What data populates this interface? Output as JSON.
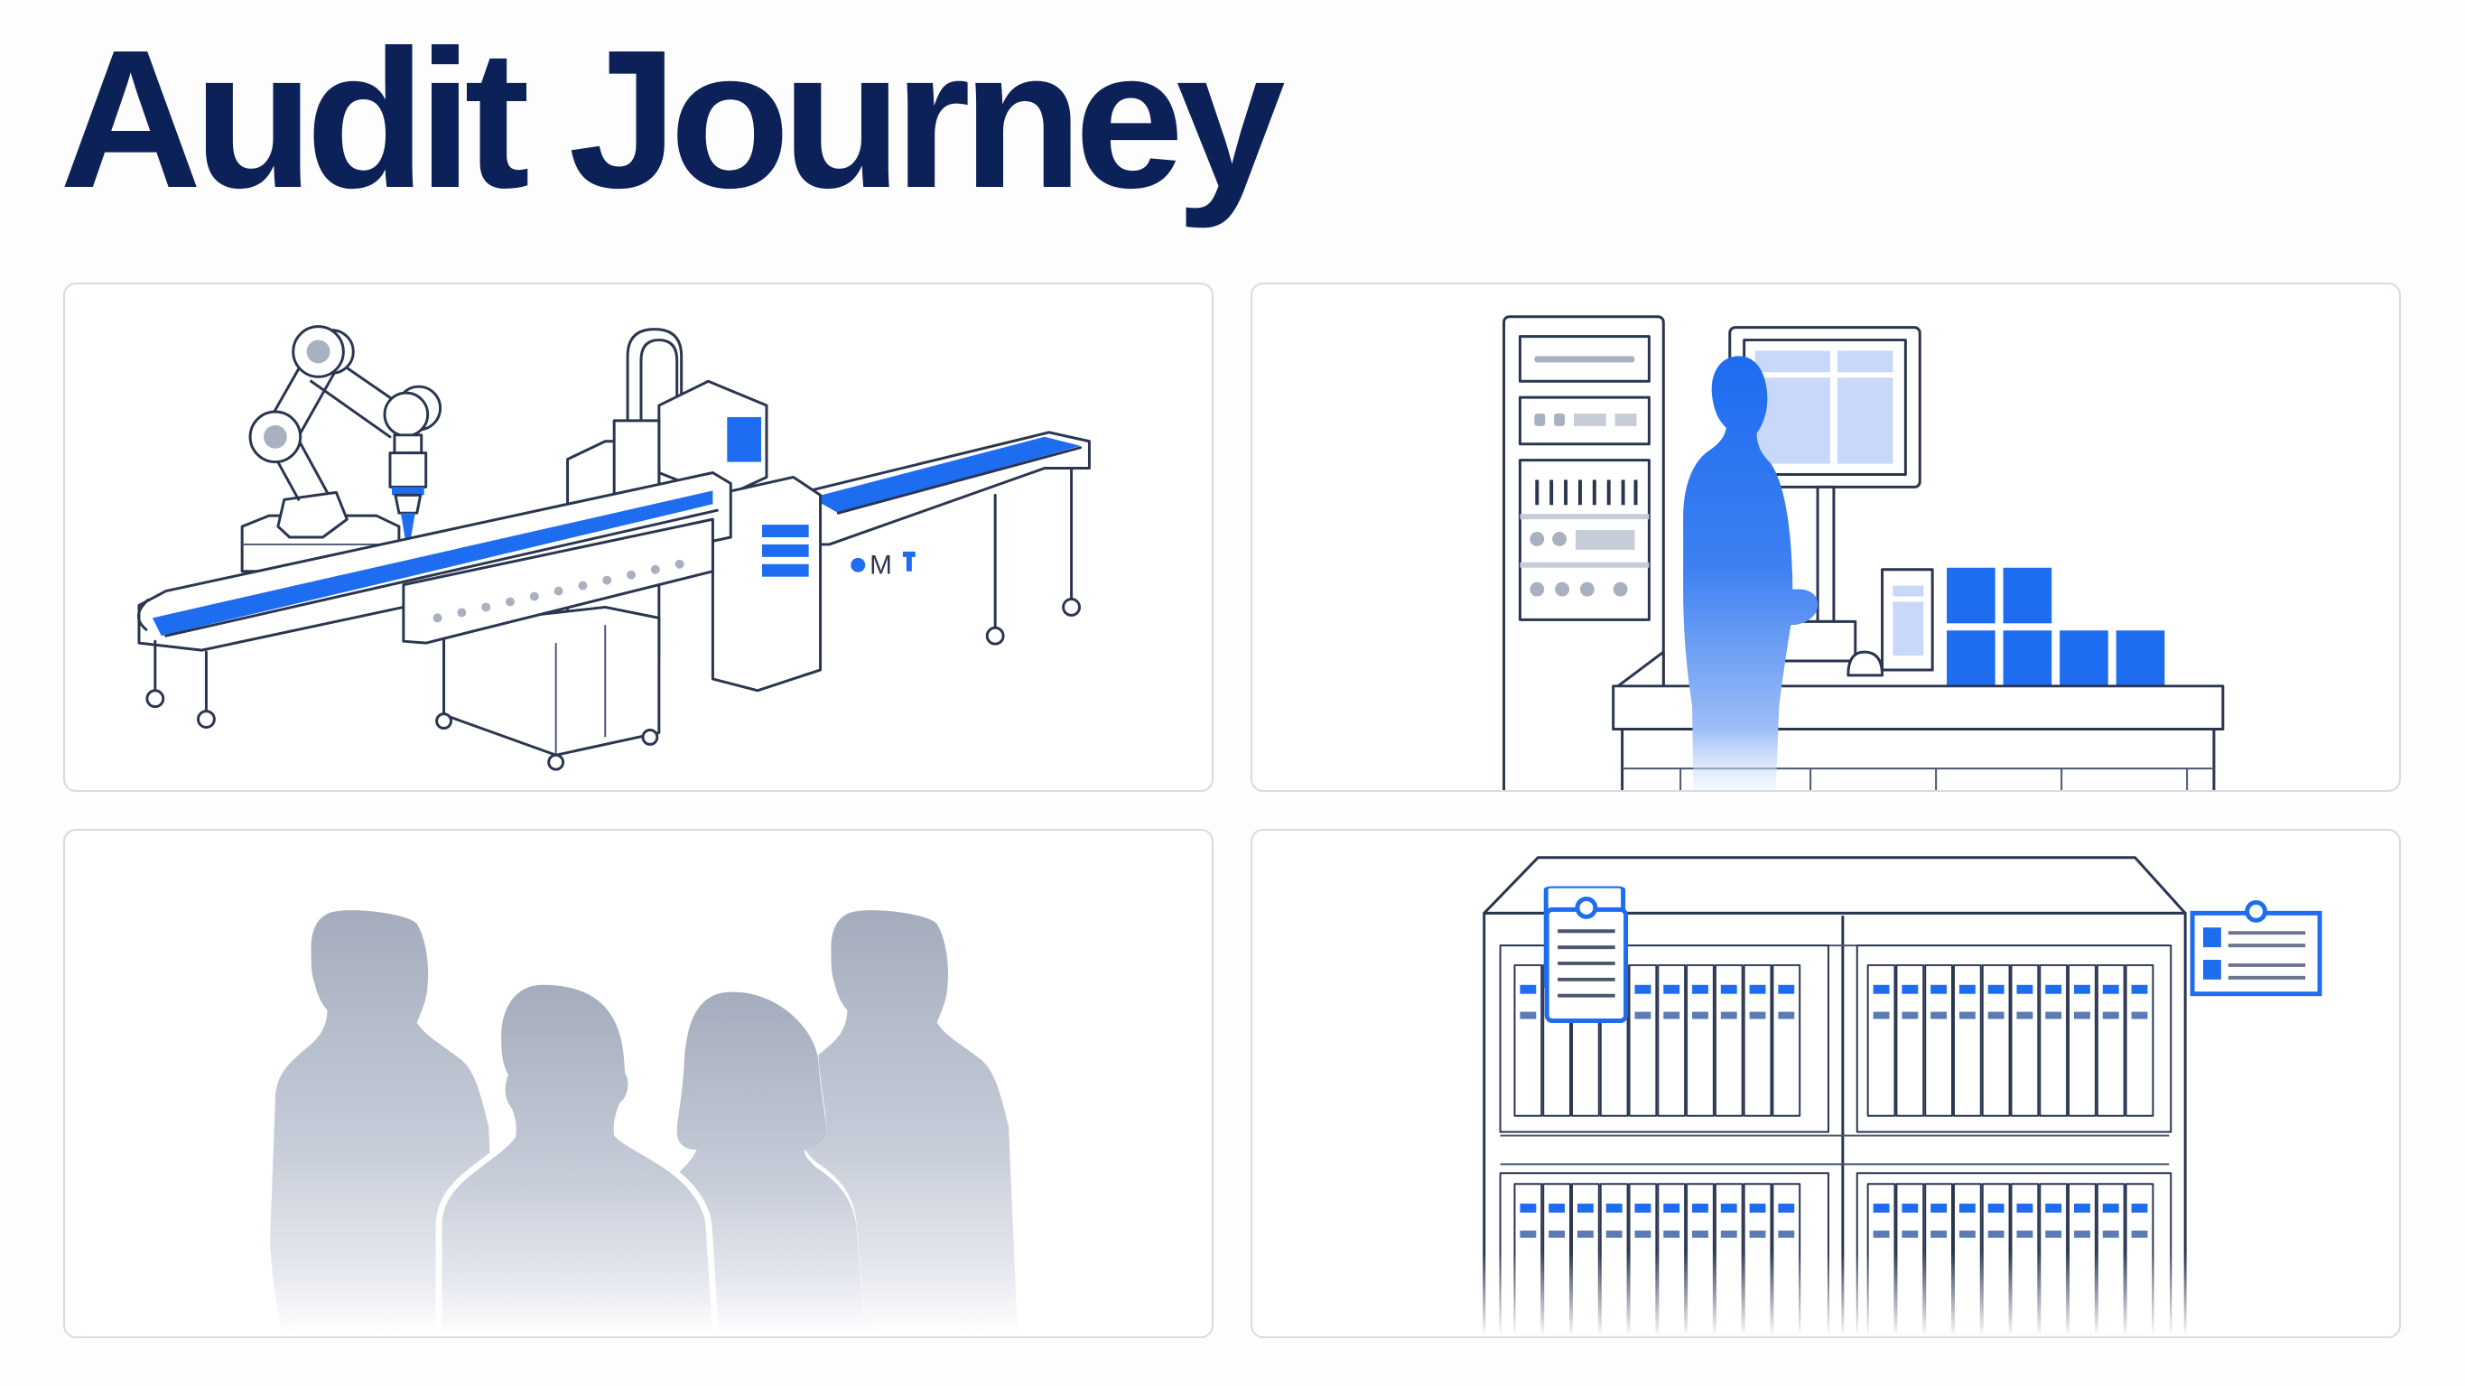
{
  "page": {
    "title": "Audit Journey"
  },
  "colors": {
    "title": "#0b2157",
    "accent_blue": "#1e6cf0",
    "line": "#2a3550",
    "panel_border": "#d6dae3",
    "silhouette_gray": "#a9b0bf",
    "background": "#fdfdfd"
  },
  "panels": [
    {
      "id": "manufacturing",
      "illustration": "robotic-arm-conveyor-line",
      "machine_label": "M"
    },
    {
      "id": "control-station",
      "illustration": "operator-at-control-station"
    },
    {
      "id": "team",
      "illustration": "group-of-four-people-silhouettes"
    },
    {
      "id": "records",
      "illustration": "archive-shelves-with-binders-and-clipboards"
    }
  ]
}
